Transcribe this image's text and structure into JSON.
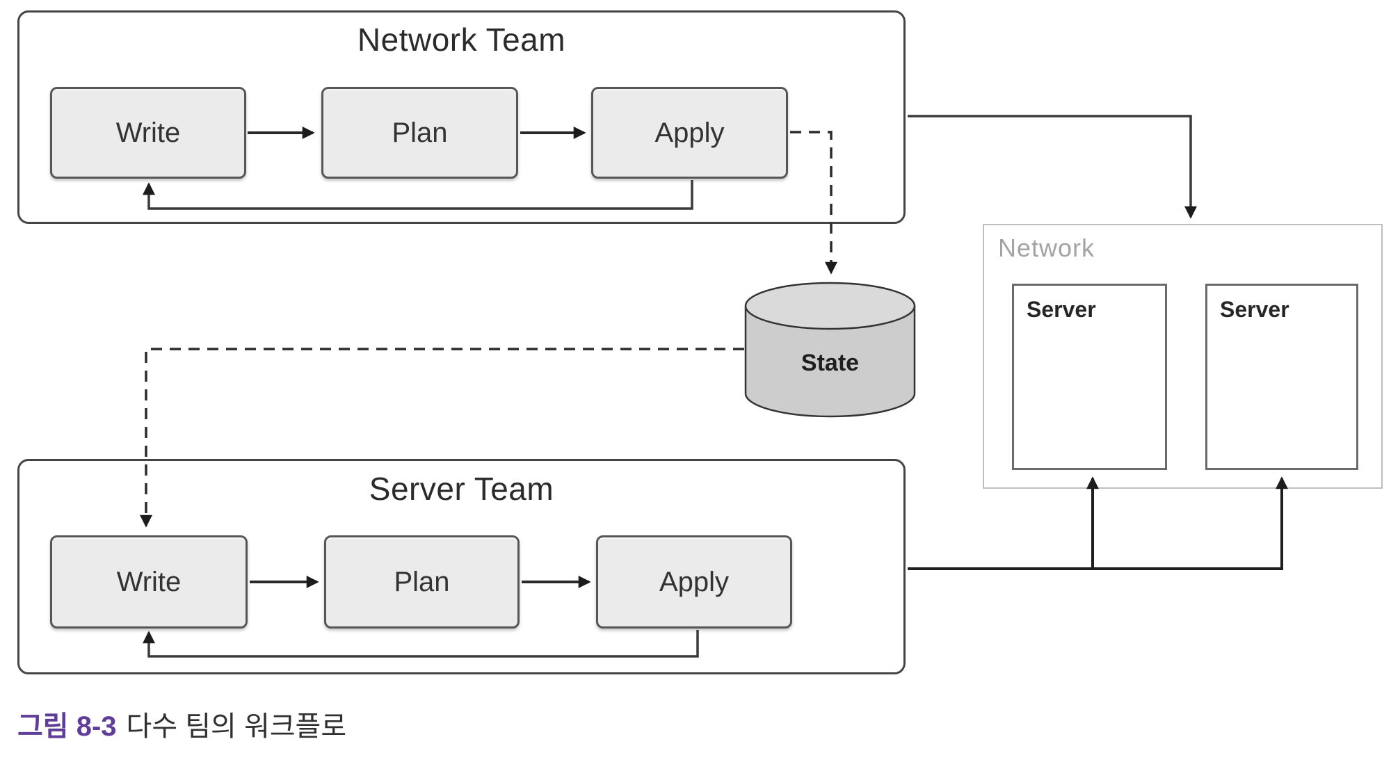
{
  "network_team": {
    "title": "Network Team",
    "steps": [
      "Write",
      "Plan",
      "Apply"
    ]
  },
  "server_team": {
    "title": "Server Team",
    "steps": [
      "Write",
      "Plan",
      "Apply"
    ]
  },
  "state": {
    "label": "State"
  },
  "network": {
    "label": "Network",
    "servers": [
      "Server",
      "Server"
    ]
  },
  "caption": {
    "figure_label": "그림 8-3",
    "text": "다수 팀의 워크플로"
  },
  "colors": {
    "accent_purple": "#5f3d99",
    "step_fill": "#ebebeb",
    "step_border": "#565656",
    "team_border": "#454545",
    "network_zone_border": "#bfbfbf",
    "muted_label": "#a3a3a3",
    "connector": "#2f2f2f",
    "cylinder_fill": "#cdcdcd"
  }
}
